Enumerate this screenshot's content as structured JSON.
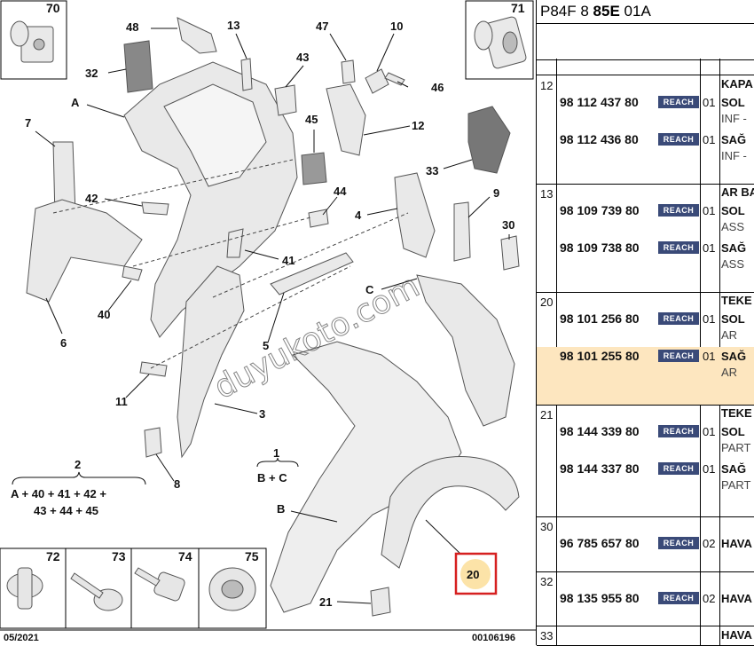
{
  "diagram": {
    "callouts": [
      "70",
      "71",
      "48",
      "13",
      "47",
      "10",
      "32",
      "A",
      "43",
      "46",
      "12",
      "7",
      "45",
      "33",
      "42",
      "44",
      "9",
      "4",
      "30",
      "41",
      "C",
      "6",
      "40",
      "5",
      "11",
      "3",
      "1",
      "B + C",
      "2",
      "A + 40 + 41 + 42 +",
      "43 + 44 + 45",
      "8",
      "B",
      "72",
      "73",
      "74",
      "75",
      "20",
      "21"
    ],
    "watermark": "duyukoto.com",
    "footer_date": "05/2021",
    "footer_code": "00106196",
    "highlight_color": "#d62020",
    "highlight_fill": "#fce3a8"
  },
  "table": {
    "header_prefix": "P84F 8",
    "header_bold": "85E",
    "header_suffix": "01A",
    "reach_label": "REACH",
    "groups": [
      {
        "idx": "12",
        "rows": [
          {
            "ref": "98 112 437 80",
            "qty": "01",
            "desc": "KAPA",
            "sub1": "SOL",
            "sub2": "INF -"
          },
          {
            "ref": "98 112 436 80",
            "qty": "01",
            "desc": "SAĞ",
            "sub2": "INF -"
          }
        ]
      },
      {
        "idx": "13",
        "rows": [
          {
            "ref": "98 109 739 80",
            "qty": "01",
            "desc": "AR BA",
            "sub1": "SOL",
            "sub2": "ASS"
          },
          {
            "ref": "98 109 738 80",
            "qty": "01",
            "desc": "SAĞ",
            "sub2": "ASS"
          }
        ]
      },
      {
        "idx": "20",
        "rows": [
          {
            "ref": "98 101 256 80",
            "qty": "01",
            "desc": "TEKE",
            "sub1": "SOL",
            "sub2": "AR"
          },
          {
            "ref": "98 101 255 80",
            "qty": "01",
            "desc": "SAĞ",
            "sub2": "AR"
          }
        ]
      },
      {
        "idx": "21",
        "rows": [
          {
            "ref": "98 144 339 80",
            "qty": "01",
            "desc": "TEKE",
            "sub1": "SOL",
            "sub2": "PART"
          },
          {
            "ref": "98 144 337 80",
            "qty": "01",
            "desc": "SAĞ",
            "sub2": "PART"
          }
        ]
      },
      {
        "idx": "30",
        "rows": [
          {
            "ref": "96 785 657 80",
            "qty": "02",
            "desc": "HAVA"
          }
        ]
      },
      {
        "idx": "32",
        "rows": [
          {
            "ref": "98 135 955 80",
            "qty": "02",
            "desc": "HAVA"
          }
        ]
      },
      {
        "idx": "33",
        "rows": [
          {
            "desc": "HAVA"
          }
        ]
      }
    ]
  }
}
